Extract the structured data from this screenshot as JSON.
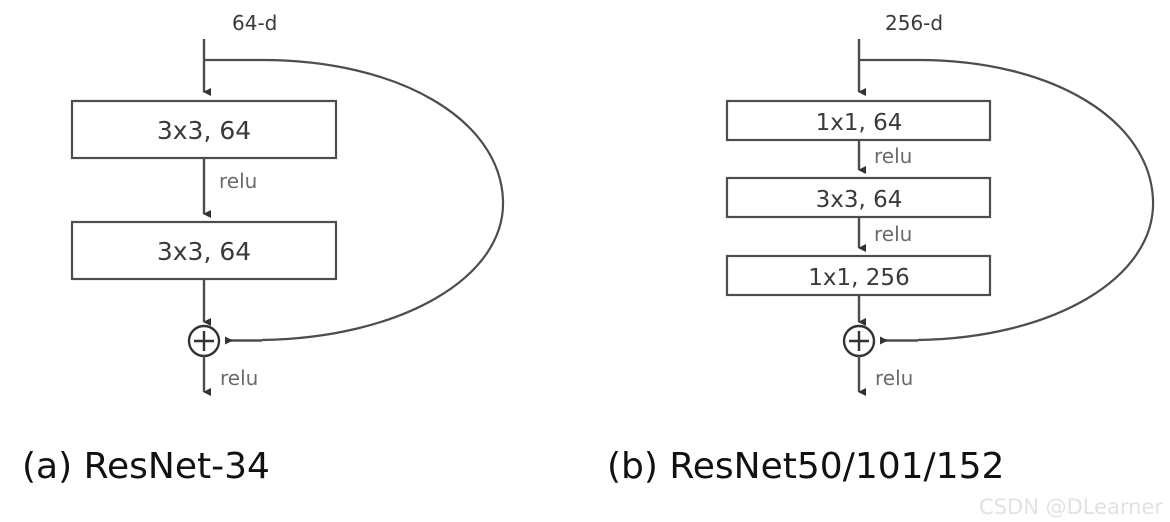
{
  "figure": {
    "kind": "residual-block-comparison",
    "watermark": "CSDN @DLearner"
  },
  "panels": [
    {
      "id": "panel-a",
      "caption": "(a) ResNet-34",
      "input_dim_label": "64-d",
      "blocks": [
        {
          "label": "3x3, 64"
        },
        {
          "label": "3x3, 64"
        }
      ],
      "relu_labels": [
        "relu",
        "relu"
      ],
      "sum_symbol": "+"
    },
    {
      "id": "panel-b",
      "caption": "(b)  ResNet50/101/152",
      "input_dim_label": "256-d",
      "blocks": [
        {
          "label": "1x1, 64"
        },
        {
          "label": "3x3, 64"
        },
        {
          "label": "1x1, 256"
        }
      ],
      "relu_labels": [
        "relu",
        "relu",
        "relu"
      ],
      "sum_symbol": "+"
    }
  ],
  "colors": {
    "box_stroke": "#4d4d4d",
    "line": "#4d4d4d",
    "text": "#3a3a3a",
    "relu_text": "#6b6b6b",
    "caption_text": "#111111",
    "watermark_text": "#e2e2e2",
    "background": "#ffffff"
  }
}
